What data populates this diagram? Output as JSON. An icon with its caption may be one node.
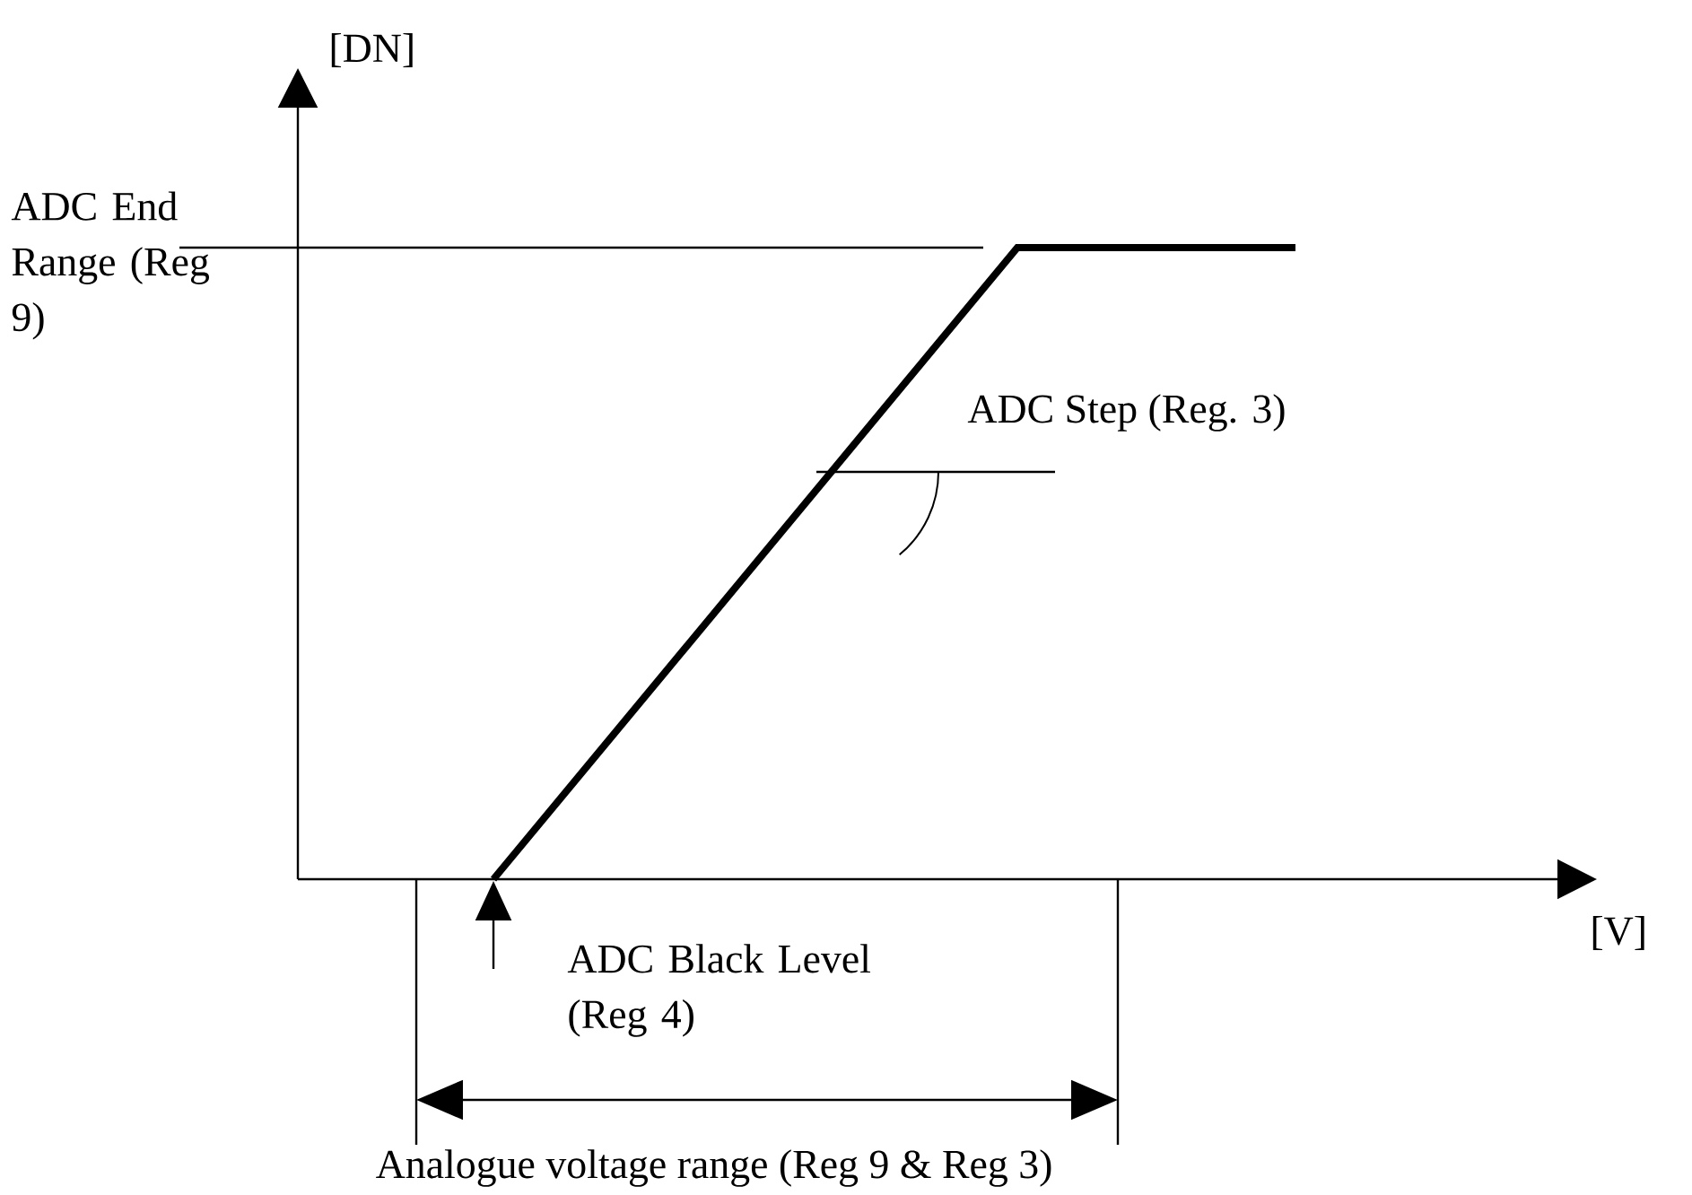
{
  "diagram": {
    "labels": [
      "[DN]",
      "ADC End Range (Reg 9)",
      "ADC Step (Reg. 3)",
      "[V]",
      "ADC Black Level (Reg 4)",
      "Analogue voltage range (Reg 9 & Reg 3)"
    ]
  }
}
